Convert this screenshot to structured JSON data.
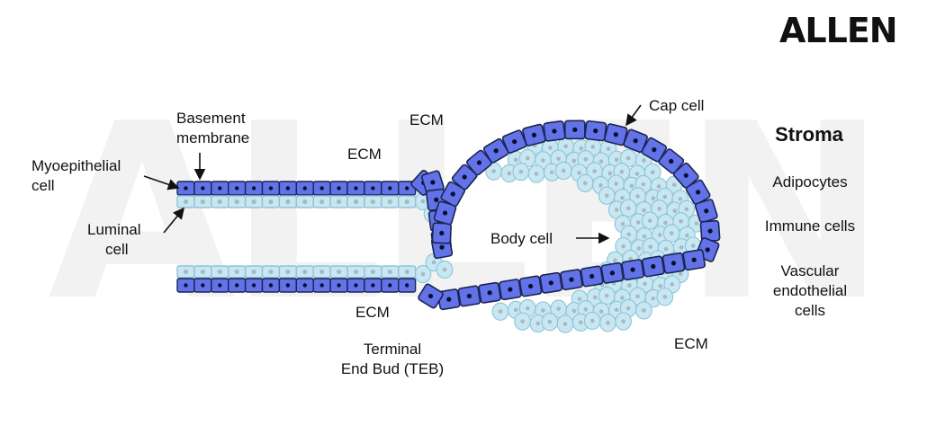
{
  "brand": {
    "logo_text": "ALLEN",
    "watermark_text": "ALLEN"
  },
  "colors": {
    "cap_fill": "#6272e8",
    "cap_stroke": "#1c2450",
    "nucleus": "#0a0f28",
    "body_fill": "#c7e7f3",
    "body_stroke": "#8fc3d6",
    "body_nucleus": "#a7b9c2",
    "watermark": "#f1f1f1",
    "text": "#111111"
  },
  "labels": {
    "basement_membrane": [
      "Basement",
      "membrane"
    ],
    "myoepithelial_cell": [
      "Myoepithelial",
      "cell"
    ],
    "luminal_cell": [
      "Luminal",
      "cell"
    ],
    "ecm_top_duct": "ECM",
    "ecm_top_bud": "ECM",
    "ecm_bottom_duct": "ECM",
    "ecm_bottom_right": "ECM",
    "cap_cell": "Cap cell",
    "body_cell": "Body cell",
    "terminal_end_bud": [
      "Terminal",
      "End Bud (TEB)"
    ]
  },
  "stroma": {
    "title": "Stroma",
    "items": [
      "Adipocytes",
      "Immune cells",
      "Vascular",
      "endothelial",
      "cells"
    ]
  }
}
